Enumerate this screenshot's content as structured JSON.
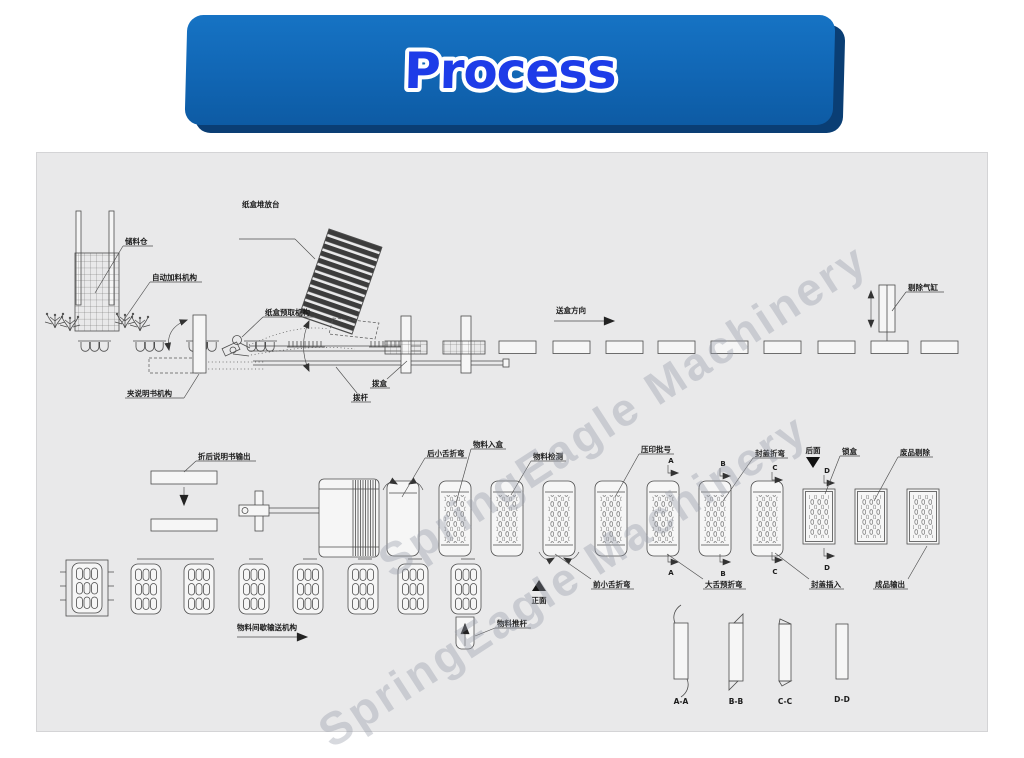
{
  "banner": {
    "title": "Process",
    "fill": "#1166b4",
    "title_color": "#1e3ce8",
    "shadow_color": "#0a3e74"
  },
  "watermark": {
    "text": "SpringEagle Machinery"
  },
  "diagram": {
    "labels": {
      "storage_bin": "储料仓",
      "auto_feeder": "自动加料机构",
      "manual_clamp": "夹说明书机构",
      "carton_stack_table": "纸盒堆放台",
      "carton_pick": "纸盒预取机构",
      "push_box": "拨盒",
      "push_rod": "拨杆",
      "feed_direction": "送盒方向",
      "reject_cylinder": "剔除气缸",
      "folded_manual_output": "折后说明书输出",
      "rear_tongue_fold": "后小舌折弯",
      "material_into_box": "物料入盒",
      "material_detect": "物料检测",
      "batch_imprint": "压印批号",
      "cover_fold": "封盖折弯",
      "rear_side": "后面",
      "lock_box": "锁盒",
      "reject_waste": "废品剔除",
      "front_side": "正面",
      "front_tongue_fold": "前小舌折弯",
      "big_tongue_prefold": "大舌预折弯",
      "cover_insert": "封盖插入",
      "product_output": "成品输出",
      "intermittent_conveyor": "物料间歇输送机构",
      "material_pusher": "物料推杆",
      "sec_a": "A-A",
      "sec_b": "B-B",
      "sec_c": "C-C",
      "sec_d": "D-D",
      "m_a": "A",
      "m_b": "B",
      "m_c": "C",
      "m_d": "D"
    }
  }
}
